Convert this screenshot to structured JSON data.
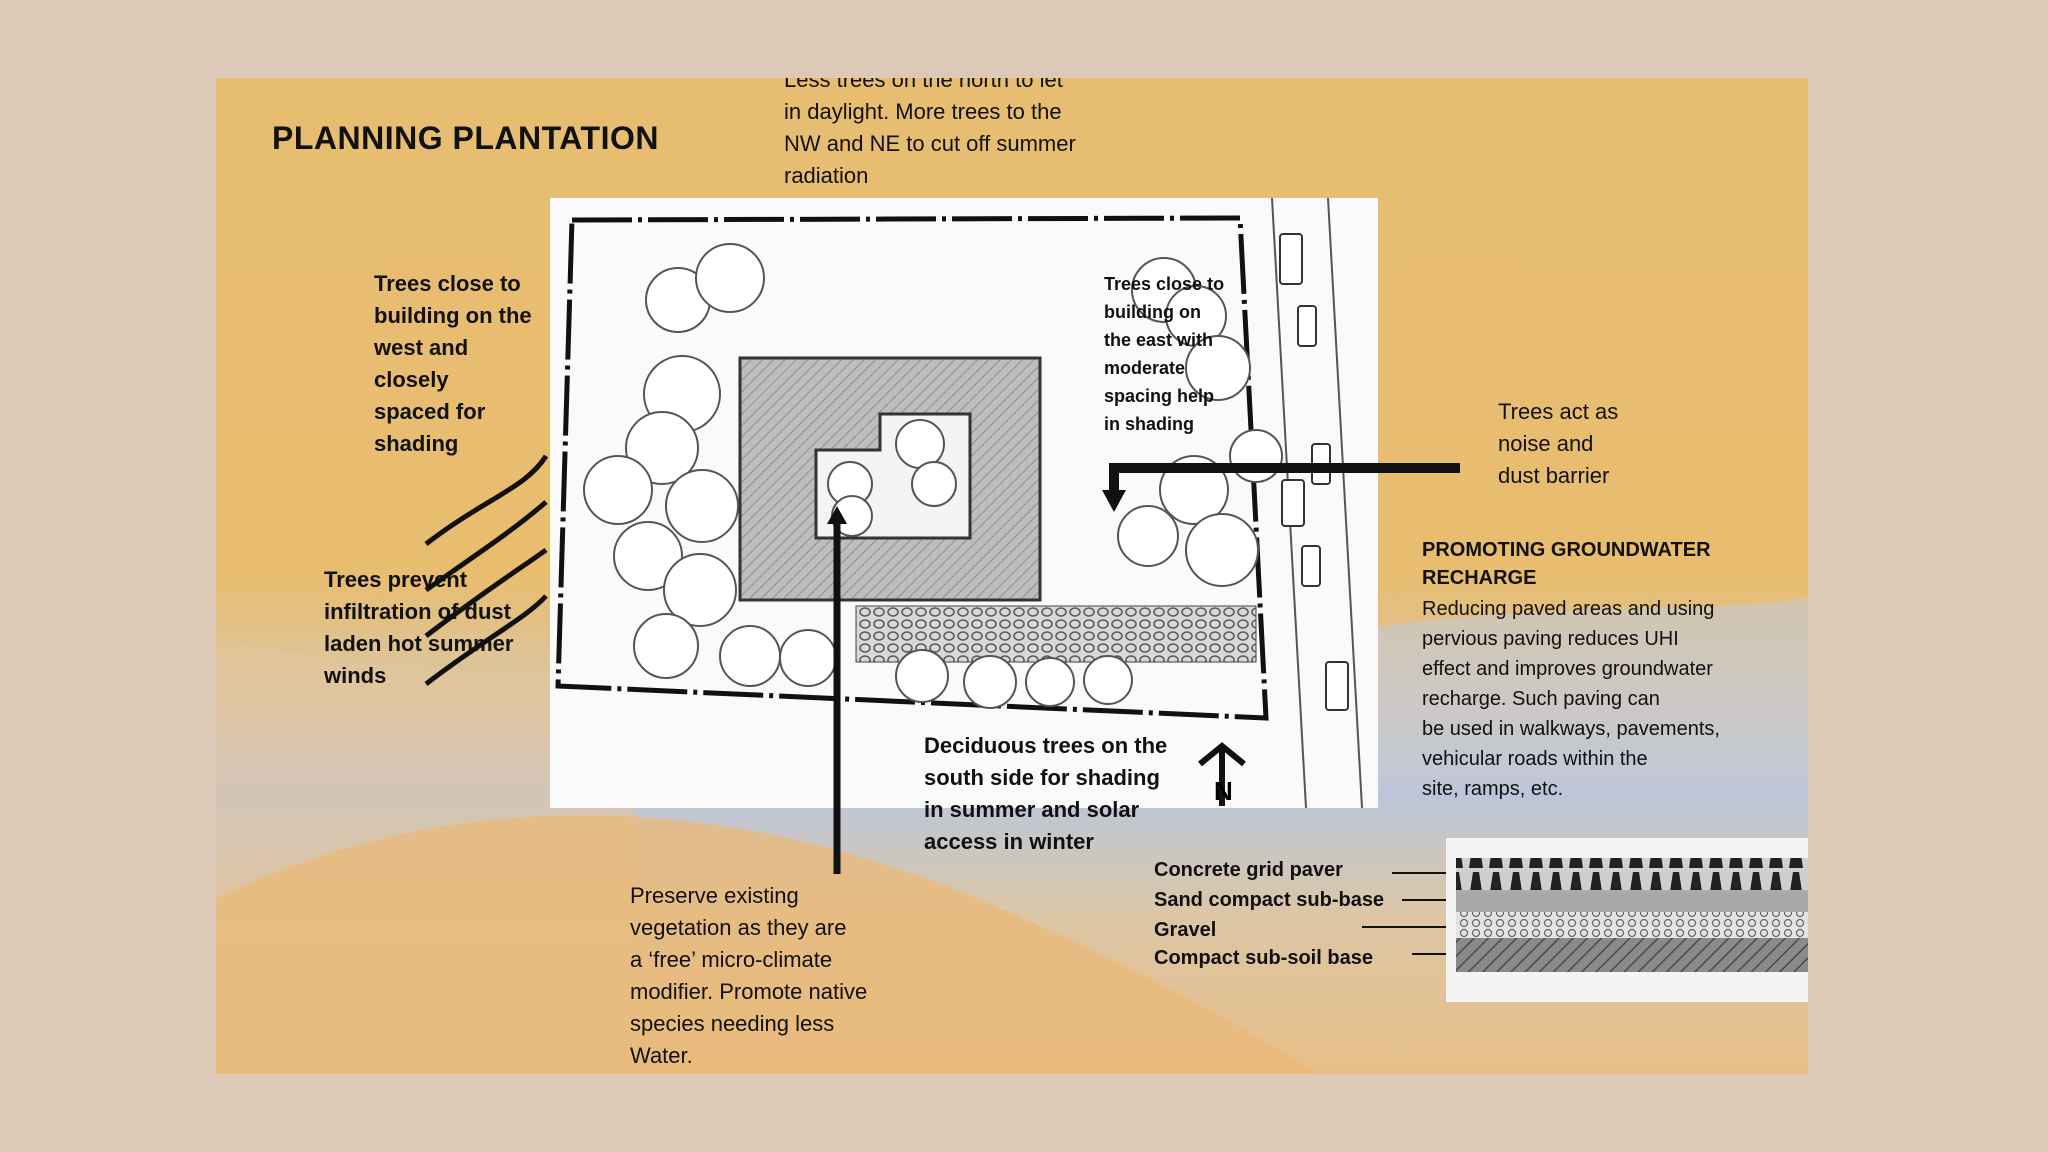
{
  "title": "PLANNING PLANTATION",
  "notes": {
    "north": "Less trees on the north to let\nin daylight. More trees to the\nNW and NE to cut off summer\nradiation",
    "west": "Trees close to\nbuilding on the\nwest and\nclosely\nspaced for\nshading",
    "east": "Trees close to\nbuilding on\nthe east with\nmoderate\nspacing help\nin shading",
    "noise": "Trees act as\nnoise and\ndust barrier",
    "dust": "Trees prevent\ninfiltration of dust\nladen hot summer\nwinds",
    "south": "Deciduous trees on the\nsouth side for shading\nin summer and solar\naccess in winter",
    "preserve": "Preserve existing\nvegetation as they are\na ‘free’ micro-climate\nmodifier. Promote native\nspecies needing less\nWater."
  },
  "groundwater": {
    "heading": "PROMOTING GROUNDWATER\nRECHARGE",
    "body": "Reducing paved areas and using\npervious paving reduces UHI\neffect and improves groundwater\nrecharge. Such paving can\nbe used in walkways, pavements,\nvehicular roads within the\nsite, ramps, etc."
  },
  "paving_layers": [
    "Concrete grid paver",
    "Sand compact sub-base",
    "Gravel",
    "Compact sub-soil base"
  ],
  "north_marker": "N",
  "colors": {
    "sky": "#e7bd72",
    "sand": "#e6bf86",
    "haze": "#bcc6da"
  }
}
